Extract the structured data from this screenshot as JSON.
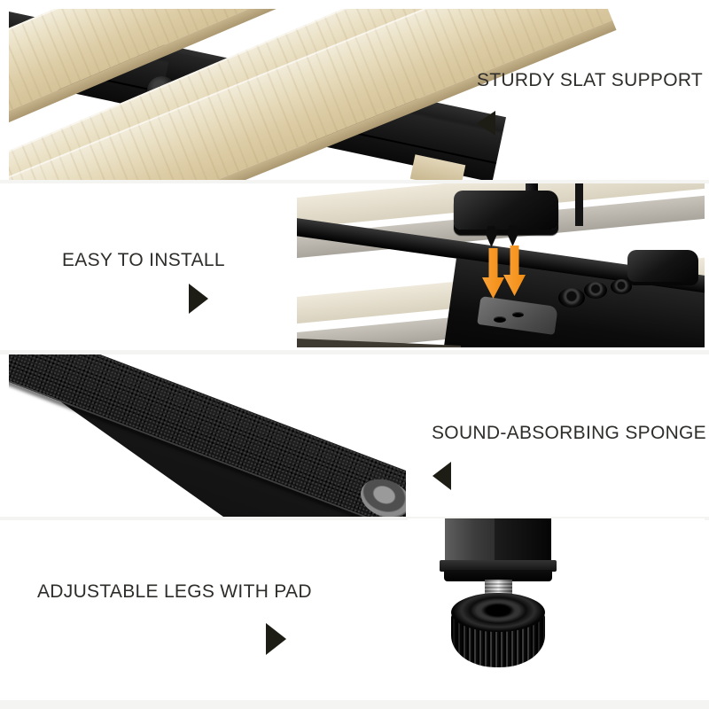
{
  "product_features": {
    "panels": [
      {
        "label": "STURDY SLAT SUPPORT",
        "arrow_direction": "left"
      },
      {
        "label": "EASY TO INSTALL",
        "arrow_direction": "right"
      },
      {
        "label": "SOUND-ABSORBING SPONGE",
        "arrow_direction": "left"
      },
      {
        "label": "ADJUSTABLE LEGS WITH PAD",
        "arrow_direction": "right"
      }
    ],
    "colors": {
      "text": "#2e2d2a",
      "callout_arrow": "#1d1d15",
      "accent_orange": "#f6921e",
      "wood_light": "#efe6cc",
      "wood_mid": "#d9caa6",
      "metal_black": "#151515",
      "divider": "#f4f4f2",
      "background": "#ffffff"
    }
  }
}
